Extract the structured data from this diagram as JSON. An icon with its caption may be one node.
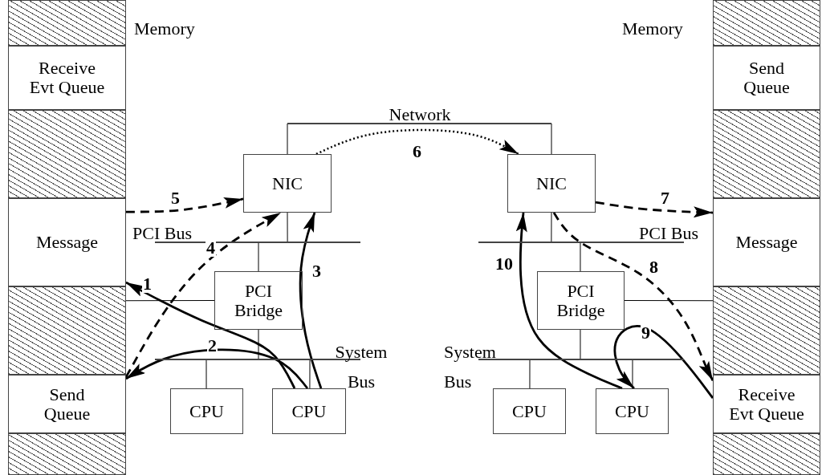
{
  "diagram": {
    "nodes": [
      {
        "text": [
          "Memory"
        ]
      },
      {
        "text": [
          "Receive Evt Queue"
        ],
        "in": 0
      },
      {
        "text": [
          "Message"
        ],
        "in": 0
      },
      {
        "text": [
          "Send Queue"
        ],
        "in": 0
      },
      {
        "text": [
          "NIC"
        ]
      },
      {
        "text": [
          "PCI Bridge"
        ]
      },
      {
        "text": [
          "CPU"
        ]
      },
      {
        "text": [
          "CPU"
        ]
      },
      {
        "text": [
          "Memory"
        ]
      },
      {
        "text": [
          "Send Queue"
        ],
        "in": 8
      },
      {
        "text": [
          "Message"
        ],
        "in": 8
      },
      {
        "text": [
          "Receive Evt Queue"
        ],
        "in": 8
      },
      {
        "text": [
          "NIC"
        ]
      },
      {
        "text": [
          "PCI Bridge"
        ]
      },
      {
        "text": [
          "CPU"
        ]
      },
      {
        "text": [
          "CPU"
        ]
      },
      {
        "text": [],
        "shape": "bar"
      },
      {
        "text": [],
        "shape": "bar"
      },
      {
        "text": [],
        "shape": "bar"
      },
      {
        "text": [],
        "shape": "bar"
      },
      {
        "text": [],
        "shape": "bar"
      },
      {
        "text": [],
        "shape": "box",
        "in": 0
      },
      {
        "text": [],
        "shape": "box",
        "in": 0
      },
      {
        "text": [],
        "shape": "box",
        "in": 0
      },
      {
        "text": [],
        "shape": "box",
        "in": 0
      },
      {
        "text": [],
        "shape": "box",
        "in": 8
      },
      {
        "text": [],
        "shape": "box",
        "in": 8
      },
      {
        "text": [],
        "shape": "box",
        "in": 8
      },
      {
        "text": [],
        "shape": "box",
        "in": 8
      }
    ],
    "edges": [
      {
        "from": 7,
        "to": 2,
        "arrow": "to",
        "label": "1",
        "style": "thick"
      },
      {
        "from": 7,
        "to": 3,
        "arrow": "to",
        "label": "2",
        "style": "thick"
      },
      {
        "from": 7,
        "to": 4,
        "arrow": "to",
        "label": "3",
        "style": "thick"
      },
      {
        "from": 3,
        "to": 4,
        "arrow": "to",
        "label": "4",
        "style": "dashed"
      },
      {
        "from": 2,
        "to": 4,
        "arrow": "to",
        "label": "5",
        "style": "dashed"
      },
      {
        "from": 4,
        "to": 12,
        "arrow": "to",
        "label": "6",
        "style": "dashed"
      },
      {
        "from": 12,
        "to": 10,
        "arrow": "to",
        "label": "7",
        "style": "dashed"
      },
      {
        "from": 12,
        "to": 11,
        "arrow": "to",
        "label": "8",
        "style": "dashed"
      },
      {
        "from": 11,
        "to": 15,
        "arrow": "to",
        "label": "9",
        "style": "thick"
      },
      {
        "from": 15,
        "to": 12,
        "arrow": "to",
        "label": "10",
        "style": "thick"
      },
      {
        "from": 4,
        "to": 16,
        "arrow": "none"
      },
      {
        "from": 12,
        "to": 16,
        "arrow": "none"
      },
      {
        "from": 4,
        "to": 17,
        "arrow": "none"
      },
      {
        "from": 5,
        "to": 17,
        "arrow": "none"
      },
      {
        "from": 5,
        "to": 18,
        "arrow": "none"
      },
      {
        "from": 6,
        "to": 18,
        "arrow": "none"
      },
      {
        "from": 7,
        "to": 18,
        "arrow": "none"
      },
      {
        "from": 5,
        "to": 0,
        "arrow": "none"
      },
      {
        "from": 12,
        "to": 19,
        "arrow": "none"
      },
      {
        "from": 13,
        "to": 19,
        "arrow": "none"
      },
      {
        "from": 13,
        "to": 20,
        "arrow": "none"
      },
      {
        "from": 14,
        "to": 20,
        "arrow": "none"
      },
      {
        "from": 15,
        "to": 20,
        "arrow": "none"
      },
      {
        "from": 13,
        "to": 8,
        "arrow": "none"
      }
    ],
    "labels": [
      "Network",
      "PCI Bus",
      "System Bus",
      "PCI Bus",
      "System Bus"
    ]
  }
}
